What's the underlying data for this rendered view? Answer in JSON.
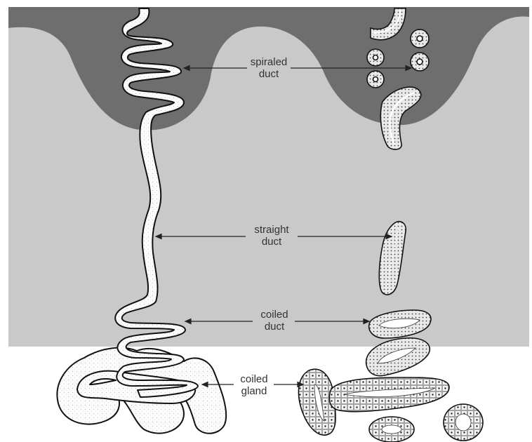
{
  "diagram": {
    "labels": {
      "spiraled_duct": {
        "line1": "spiraled",
        "line2": "duct"
      },
      "straight_duct": {
        "line1": "straight",
        "line2": "duct"
      },
      "coiled_duct": {
        "line1": "coiled",
        "line2": "duct"
      },
      "coiled_gland": {
        "line1": "coiled",
        "line2": "gland"
      }
    },
    "colors": {
      "epidermis": "#6e6e6e",
      "dermis": "#c9c9c9",
      "background": "#ffffff",
      "duct_fill": "#fdfdfd",
      "outline": "#111111"
    }
  }
}
